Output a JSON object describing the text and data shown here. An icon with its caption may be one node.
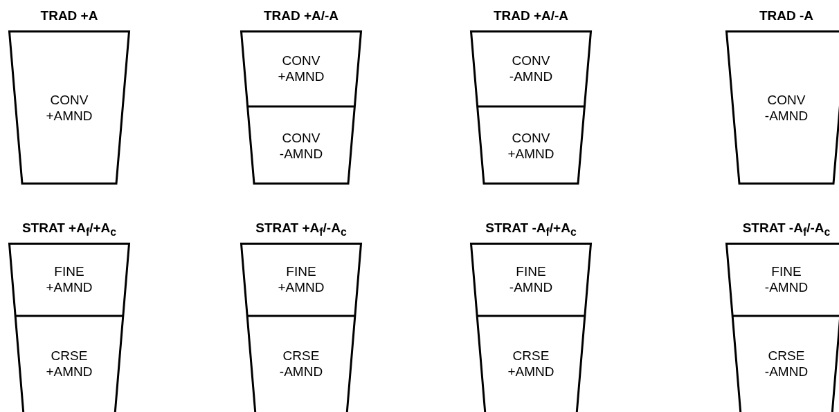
{
  "diagram": {
    "nodes": [
      {
        "text": [
          "TRAD +A",
          "CONV +AMND"
        ]
      },
      {
        "text": [
          "TRAD +A/-A"
        ]
      },
      {
        "text": [
          "CONV +AMND"
        ],
        "in": 1
      },
      {
        "text": [
          "CONV -AMND"
        ],
        "in": 1
      },
      {
        "text": [
          "TRAD +A/-A"
        ]
      },
      {
        "text": [
          "CONV -AMND"
        ],
        "in": 4
      },
      {
        "text": [
          "CONV +AMND"
        ],
        "in": 4
      },
      {
        "text": [
          "TRAD -A",
          "CONV -AMND"
        ]
      },
      {
        "text": [
          "STRAT +A$_{f}$/+A$_{c}$"
        ]
      },
      {
        "text": [
          "FINE +AMND"
        ],
        "in": 8
      },
      {
        "text": [
          "CRSE +AMND"
        ],
        "in": 8
      },
      {
        "text": [
          "STRAT +A$_{f}$/-A$_{c}$"
        ]
      },
      {
        "text": [
          "FINE +AMND"
        ],
        "in": 11
      },
      {
        "text": [
          "CRSE -AMND"
        ],
        "in": 11
      },
      {
        "text": [
          "STRAT -A$_{f}$/+A$_{c}$"
        ]
      },
      {
        "text": [
          "FINE -AMND"
        ],
        "in": 14
      },
      {
        "text": [
          "CRSE +AMND"
        ],
        "in": 14
      },
      {
        "text": [
          "STRAT -A$_{f}$/-A$_{c}$"
        ]
      },
      {
        "text": [
          "FINE -AMND"
        ],
        "in": 17
      },
      {
        "text": [
          "CRSE -AMND"
        ],
        "in": 17
      }
    ]
  }
}
